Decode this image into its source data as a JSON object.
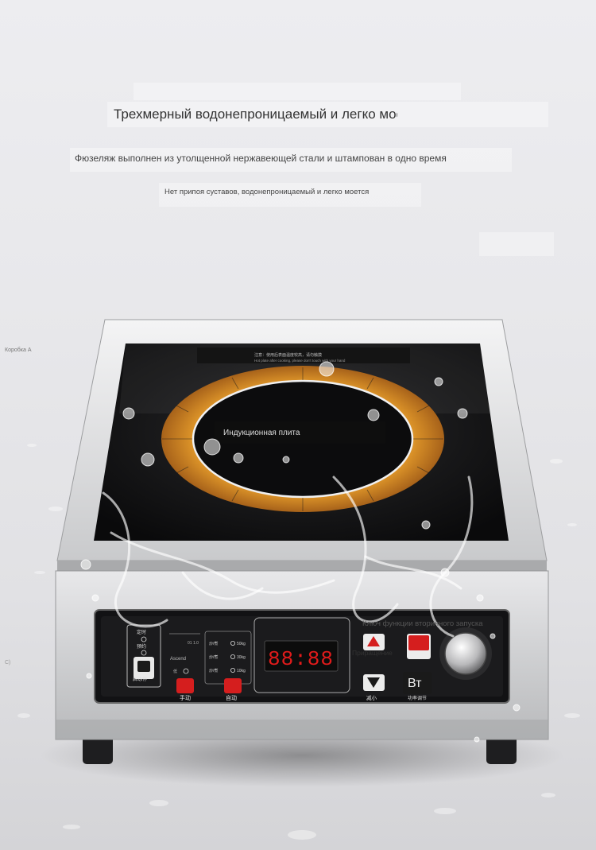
{
  "headline": "Трехмерный водонепроницаемый и легко моется",
  "subtitle": "Фюзеляж выполнен из утолщенной нержавеющей стали и штампован в одно время",
  "caption": "Нет припоя суставов, водонепроницаемый и легко моется",
  "side_label": "Коробка А",
  "side_mark": "C)",
  "product": {
    "name": "Induction cooktop",
    "glass_label": "Индукционная плита",
    "warning_text": "注意：使用后表面温度较高，请勿触摸 / Hot plate after cooking, please don't touch with your hand"
  },
  "panel": {
    "display_value": "88:88",
    "timer_label": "定时",
    "reserve_label": "预约",
    "start_label": "启动",
    "ascend_label": "Ascend",
    "manual_label": "手动",
    "auto_label": "自动",
    "weights": [
      "50kg",
      "30kg",
      "10kg"
    ],
    "restart_key_label": "Ключ функции вторичного запуска",
    "increment_label": "Приращение",
    "decrement_label": "减小",
    "unit_label": "Вт",
    "accent_red": "#d51e1e",
    "display_color": "#e11b1b"
  }
}
